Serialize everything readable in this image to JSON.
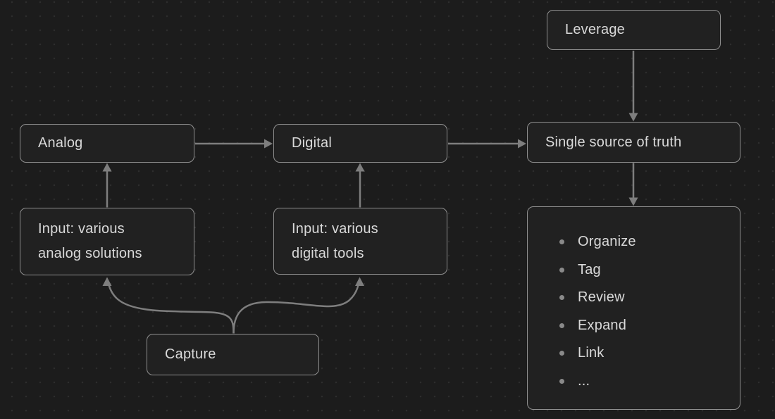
{
  "canvas": {
    "type": "whiteboard-diagram",
    "colors": {
      "bg": "#1c1c1c",
      "dot": "#2d2d2d",
      "node_fill": "#212121",
      "node_border": "#8f8f8f",
      "edge": "#7e7e7e",
      "text": "#d9d9d9",
      "bullet": "#8a8a8a"
    }
  },
  "nodes": {
    "leverage": {
      "label": "Leverage"
    },
    "analog": {
      "label": "Analog"
    },
    "digital": {
      "label": "Digital"
    },
    "single_source": {
      "label": "Single source of truth"
    },
    "input_analog": {
      "label": "Input: various analog solutions"
    },
    "input_digital": {
      "label": "Input: various digital tools"
    },
    "capture": {
      "label": "Capture"
    },
    "actions": {
      "items": [
        "Organize",
        "Tag",
        "Review",
        "Expand",
        "Link",
        "..."
      ]
    }
  },
  "edges": [
    {
      "from": "analog",
      "to": "digital"
    },
    {
      "from": "digital",
      "to": "single_source"
    },
    {
      "from": "leverage",
      "to": "single_source"
    },
    {
      "from": "single_source",
      "to": "actions"
    },
    {
      "from": "input_analog",
      "to": "analog"
    },
    {
      "from": "input_digital",
      "to": "digital"
    },
    {
      "from": "capture",
      "to": "input_analog"
    },
    {
      "from": "capture",
      "to": "input_digital"
    }
  ]
}
